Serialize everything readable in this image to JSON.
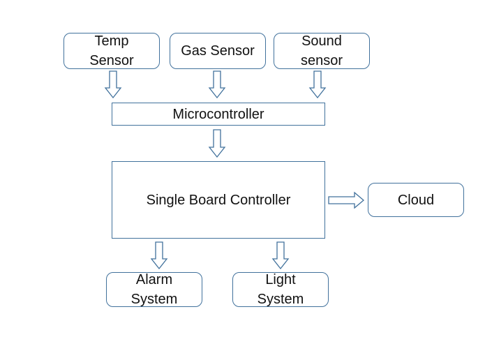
{
  "nodes": {
    "temp_sensor": {
      "lines": [
        "Temp",
        "Sensor"
      ]
    },
    "gas_sensor": {
      "lines": [
        "Gas Sensor"
      ]
    },
    "sound_sensor": {
      "lines": [
        "Sound",
        "sensor"
      ]
    },
    "microcontroller": {
      "lines": [
        "Microcontroller"
      ]
    },
    "single_board_controller": {
      "lines": [
        "Single Board Controller"
      ]
    },
    "cloud": {
      "lines": [
        "Cloud"
      ]
    },
    "alarm_system": {
      "lines": [
        "Alarm",
        "System"
      ]
    },
    "light_system": {
      "lines": [
        "Light",
        "System"
      ]
    }
  },
  "colors": {
    "border": "#41719c",
    "text": "#111111",
    "fill": "#ffffff"
  }
}
